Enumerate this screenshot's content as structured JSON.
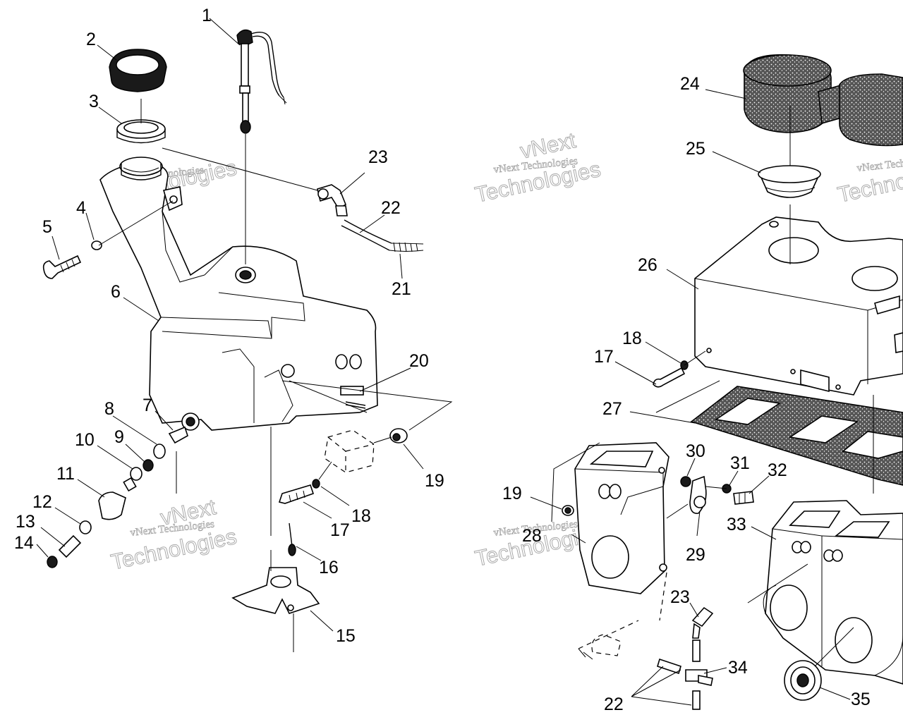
{
  "watermark": {
    "line1": "vNext Technologies",
    "line2": "Technologies",
    "line3": "vNext"
  },
  "callouts": {
    "c1": "1",
    "c2": "2",
    "c3": "3",
    "c4": "4",
    "c5": "5",
    "c6": "6",
    "c7": "7",
    "c8": "8",
    "c9": "9",
    "c10": "10",
    "c11": "11",
    "c12": "12",
    "c13": "13",
    "c14": "14",
    "c15": "15",
    "c16": "16",
    "c17": "17",
    "c18": "18",
    "c19": "19",
    "c20": "20",
    "c21": "21",
    "c22": "22",
    "c23": "23",
    "r17": "17",
    "r18": "18",
    "r19": "19",
    "r22": "22",
    "r23": "23",
    "c24": "24",
    "c25": "25",
    "c26": "26",
    "c27": "27",
    "c28": "28",
    "c29": "29",
    "c30": "30",
    "c31": "31",
    "c32": "32",
    "c33": "33",
    "c34": "34",
    "c35": "35"
  },
  "colors": {
    "ink": "#000000",
    "paper": "#ffffff",
    "watermark": "#aaaaaa"
  }
}
